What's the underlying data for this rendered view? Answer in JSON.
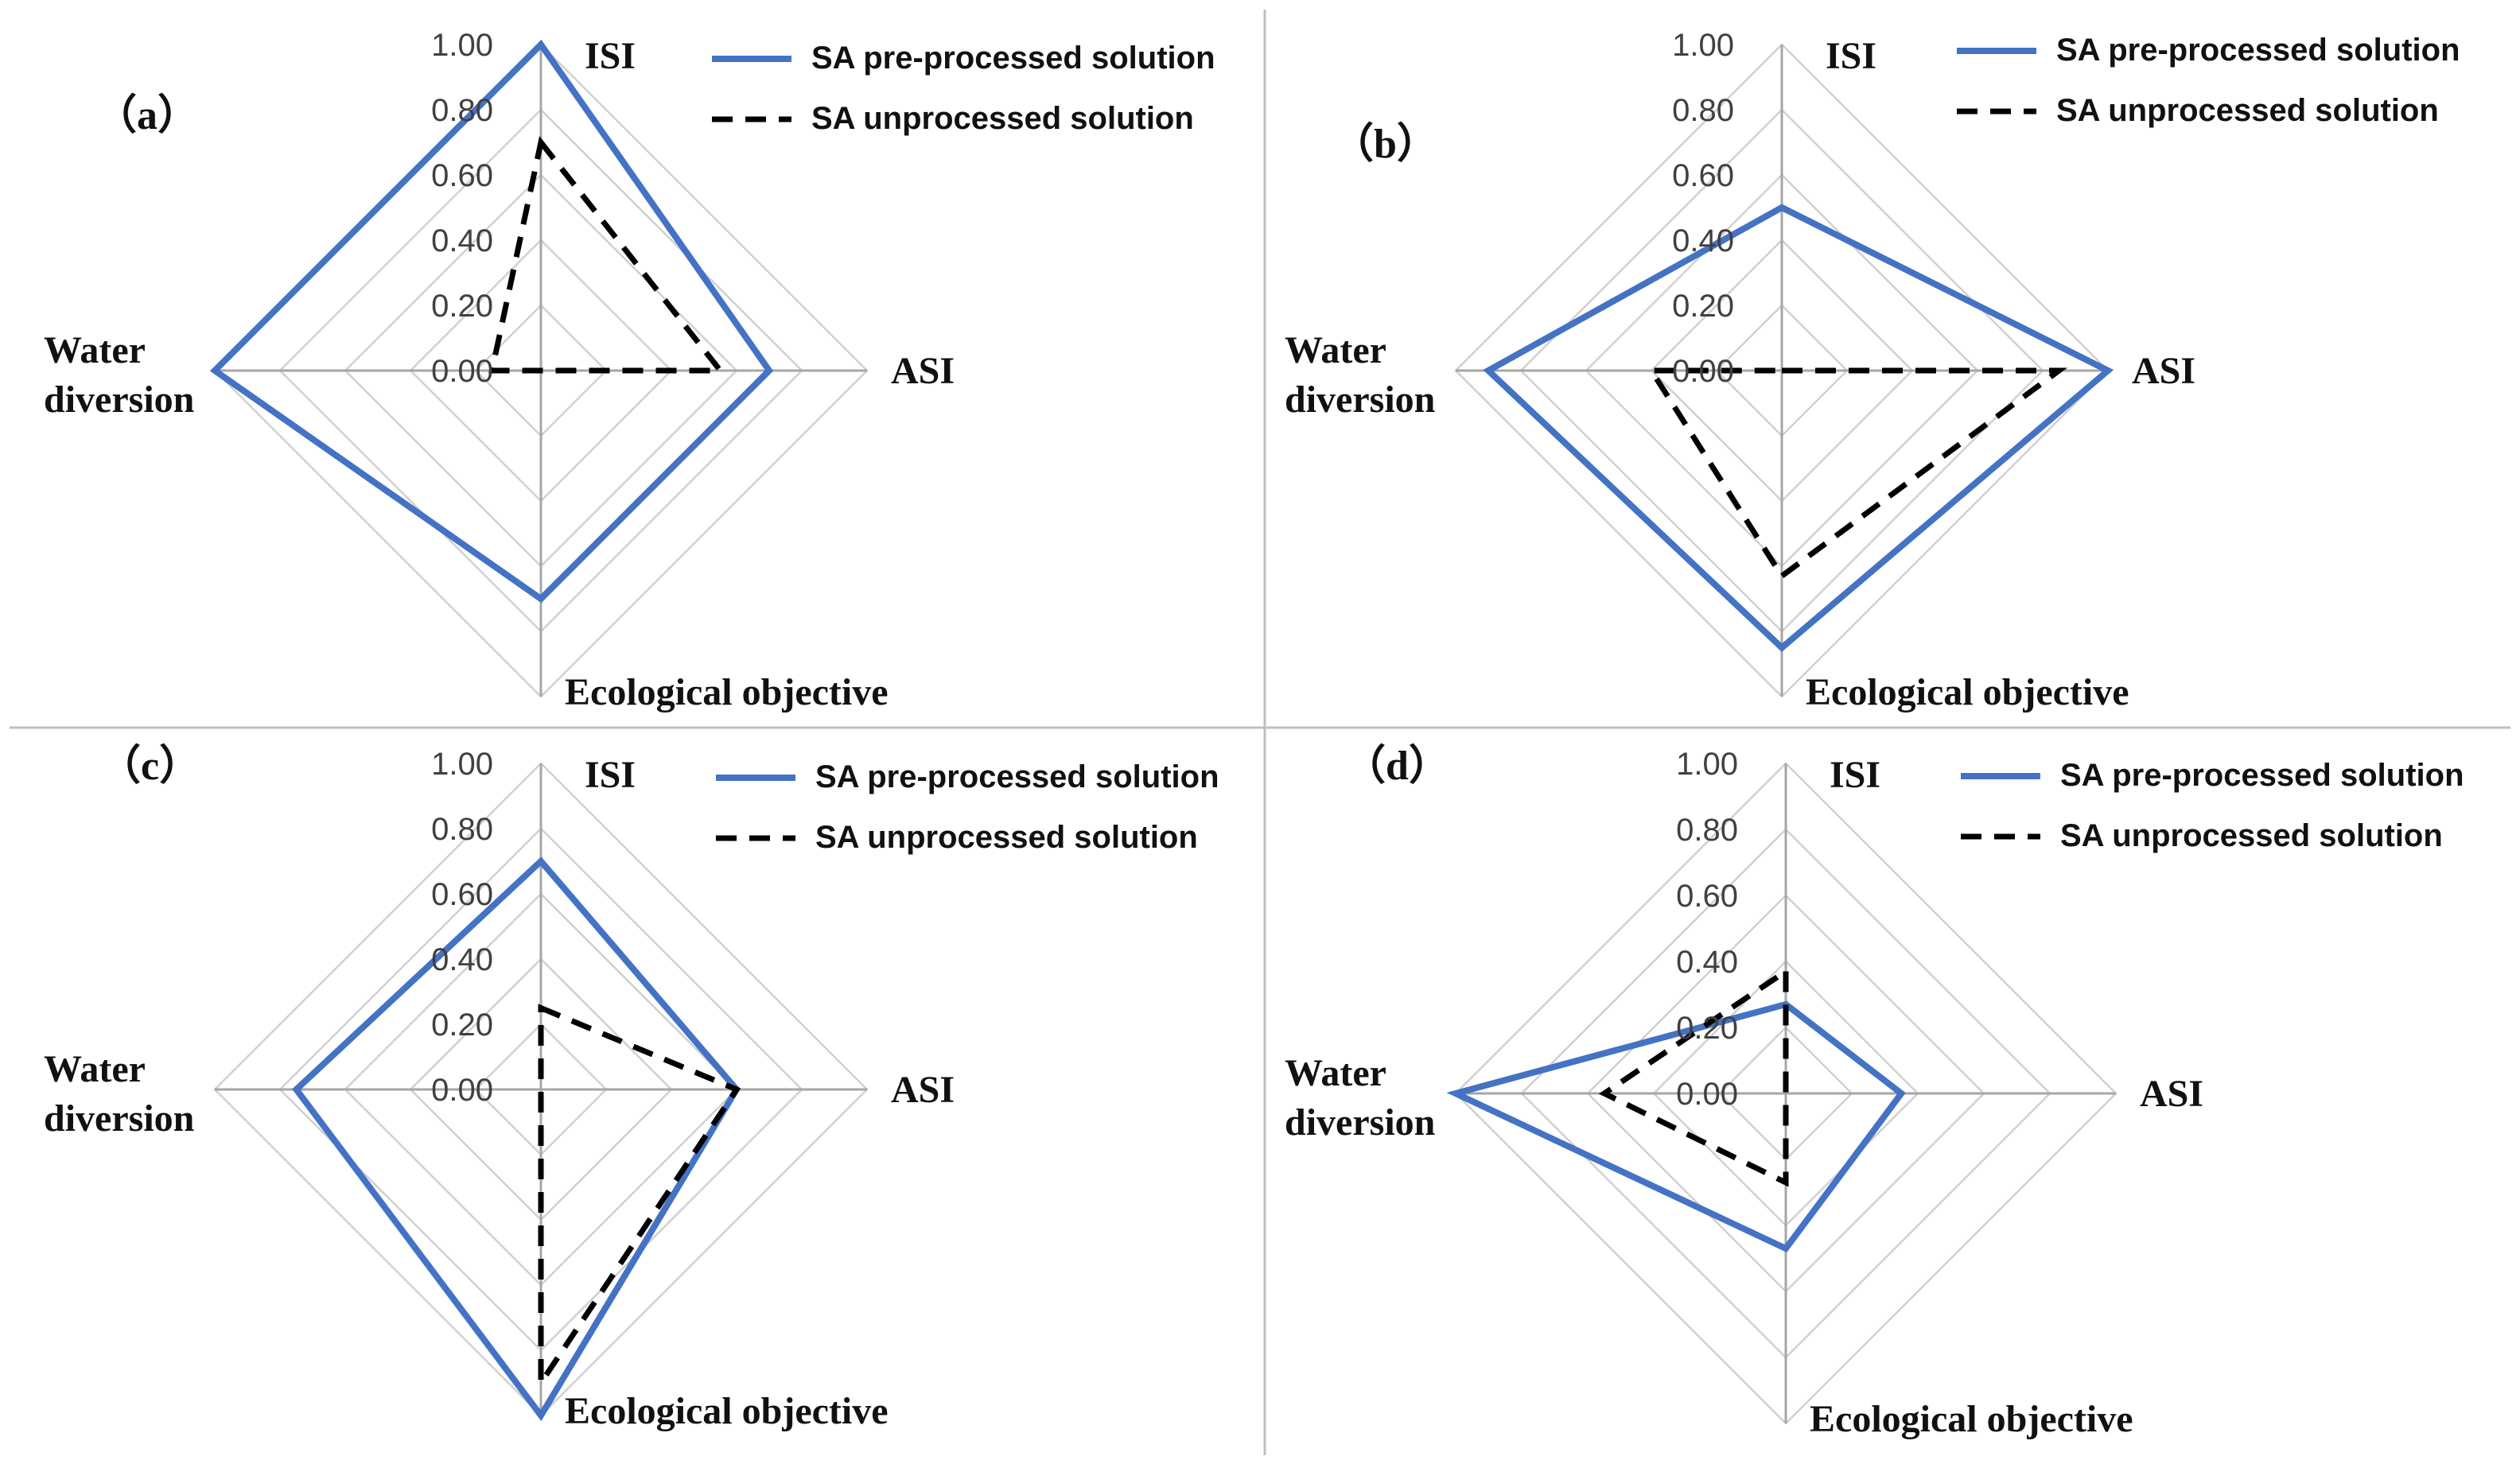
{
  "colors": {
    "preprocessed": "#4472c4",
    "unprocessed": "#000000",
    "grid": "#d0d0d0",
    "spoke": "#a6a6a6"
  },
  "chart_data": [
    {
      "type": "radar",
      "panel_label": "（a）",
      "axes": [
        "ISI",
        "ASI",
        "Ecological objective",
        "Water diversion"
      ],
      "ticks": [
        "0.00",
        "0.20",
        "0.40",
        "0.60",
        "0.80",
        "1.00"
      ],
      "range": [
        0,
        1
      ],
      "grid": true,
      "legend_position": "top-right",
      "series": [
        {
          "name": "SA pre-processed  solution",
          "values": [
            1.0,
            0.7,
            0.7,
            1.0
          ],
          "style": "solid"
        },
        {
          "name": "SA unprocessed solution",
          "values": [
            0.7,
            0.55,
            0.0,
            0.15
          ],
          "style": "dashed"
        }
      ]
    },
    {
      "type": "radar",
      "panel_label": "（b）",
      "axes": [
        "ISI",
        "ASI",
        "Ecological objective",
        "Water diversion"
      ],
      "ticks": [
        "0.00",
        "0.20",
        "0.40",
        "0.60",
        "0.80",
        "1.00"
      ],
      "range": [
        0,
        1
      ],
      "grid": true,
      "legend_position": "top-right",
      "series": [
        {
          "name": "SA pre-processed  solution",
          "values": [
            0.5,
            1.0,
            0.85,
            0.9
          ],
          "style": "solid"
        },
        {
          "name": "SA unprocessed solution",
          "values": [
            0.0,
            0.85,
            0.63,
            0.4
          ],
          "style": "dashed"
        }
      ]
    },
    {
      "type": "radar",
      "panel_label": "（c）",
      "axes": [
        "ISI",
        "ASI",
        "Ecological objective",
        "Water diversion"
      ],
      "ticks": [
        "0.00",
        "0.20",
        "0.40",
        "0.60",
        "0.80",
        "1.00"
      ],
      "range": [
        0,
        1
      ],
      "grid": true,
      "legend_position": "top-right",
      "series": [
        {
          "name": "SA pre-processed  solution",
          "values": [
            0.7,
            0.6,
            1.0,
            0.75
          ],
          "style": "solid"
        },
        {
          "name": "SA unprocessed solution",
          "values": [
            0.25,
            0.6,
            0.9,
            0.0
          ],
          "style": "dashed"
        }
      ]
    },
    {
      "type": "radar",
      "panel_label": "（d）",
      "axes": [
        "ISI",
        "ASI",
        "Ecological objective",
        "Water diversion"
      ],
      "ticks": [
        "0.00",
        "0.20",
        "0.40",
        "0.60",
        "0.80",
        "1.00"
      ],
      "range": [
        0,
        1
      ],
      "grid": true,
      "legend_position": "top-right",
      "series": [
        {
          "name": "SA pre-processed  solution",
          "values": [
            0.27,
            0.35,
            0.47,
            1.0
          ],
          "style": "solid"
        },
        {
          "name": "SA unprocessed solution",
          "values": [
            0.37,
            0.0,
            0.27,
            0.55
          ],
          "style": "dashed"
        }
      ]
    }
  ]
}
